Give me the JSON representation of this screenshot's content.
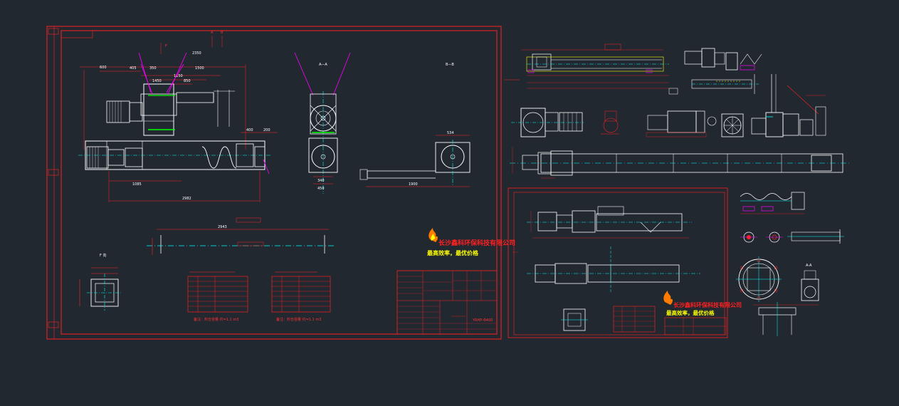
{
  "sheet_main": {
    "section_aa": "A—A",
    "section_bb": "B—B",
    "marker_a": "A",
    "marker_b": "B",
    "marker_f": "F",
    "detail_view": "F 向",
    "dims": {
      "d2350": "2350",
      "d1500": "1500",
      "d1150": "1150",
      "d1450": "1450",
      "d850": "850",
      "d600": "600",
      "d405": "405",
      "d350": "350",
      "d1085": "1085",
      "d2982": "2982",
      "d400": "400",
      "d200": "200",
      "d534": "534",
      "d1900": "1900",
      "d340": "340",
      "d450": "450",
      "d2943": "2943"
    },
    "company_name": "长沙鑫科环保科技有限公司",
    "slogan": "最高效率，最优价格",
    "table_note_left": "备注：料仓容量 约=1.1 m3",
    "table_note_right": "备注：料仓容量 约=1.1 m3",
    "title_code": "YRHP-Φ400"
  },
  "sheet_secondary": {
    "company_name": "长沙鑫科环保科技有限公司",
    "slogan": "最高效率，最优价格",
    "section_aa": "A-A"
  },
  "colors": {
    "background": "#212830",
    "frame_red": "#ff2020",
    "outline_white": "#ffffff",
    "center_cyan": "#00ffff",
    "magenta": "#ff00ff",
    "yellow": "#ffff00",
    "green": "#00ff00",
    "orange": "#ff7a00"
  }
}
